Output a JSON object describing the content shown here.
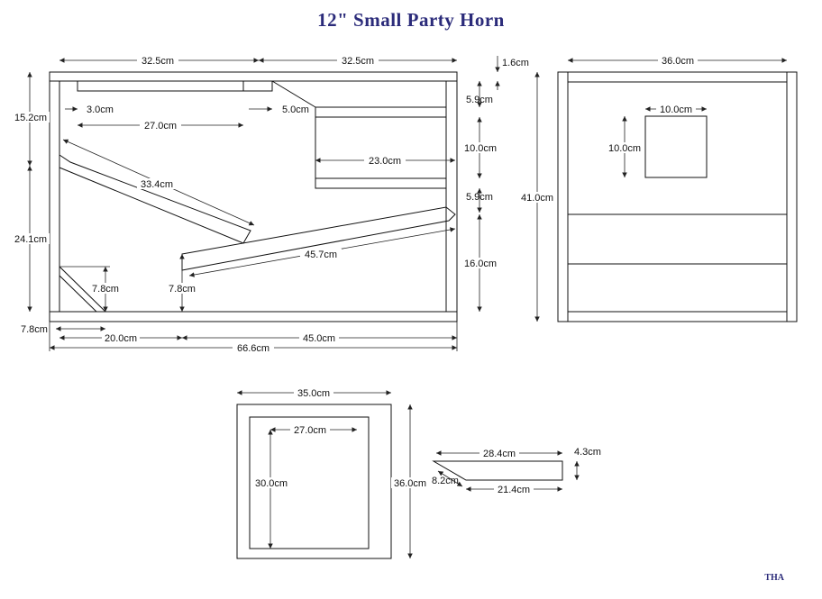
{
  "title": "12\" Small Party Horn",
  "author": "THA",
  "side_view": {
    "top_left_width": "32.5cm",
    "top_right_width": "32.5cm",
    "top_thickness": "1.6cm",
    "left_upper_height": "15.2cm",
    "left_lower_height": "24.1cm",
    "gap_small": "3.0cm",
    "top_channel_length": "27.0cm",
    "gap_right": "5.0cm",
    "right_top": "5.9cm",
    "right_mid": "10.0cm",
    "right_mid2": "5.9cm",
    "right_bottom": "16.0cm",
    "chamber_width": "23.0cm",
    "diagonal_upper": "33.4cm",
    "diagonal_lower": "45.7cm",
    "corner_height_left": "7.8cm",
    "corner_height_mid": "7.8cm",
    "bottom_thickness": "7.8cm",
    "bottom_left": "20.0cm",
    "bottom_right": "45.0cm",
    "total_width": "66.6cm"
  },
  "front_view": {
    "width": "36.0cm",
    "height": "41.0cm",
    "port_width": "10.0cm",
    "port_height": "10.0cm"
  },
  "baffle": {
    "outer_width": "35.0cm",
    "outer_height": "36.0cm",
    "inner_width": "27.0cm",
    "inner_height": "30.0cm"
  },
  "wedge": {
    "top_length": "28.4cm",
    "height": "4.3cm",
    "slope": "8.2cm",
    "bottom_length": "21.4cm"
  }
}
